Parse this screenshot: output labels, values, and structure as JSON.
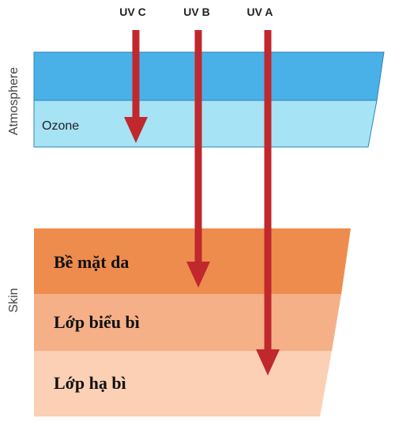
{
  "rays": [
    {
      "label": "UV C",
      "color": "#c0282d"
    },
    {
      "label": "UV B",
      "color": "#c0282d"
    },
    {
      "label": "UV A",
      "color": "#c0282d"
    }
  ],
  "atmosphere": {
    "side_label": "Atmosphere",
    "top_layer_color": "#4ab0e8",
    "ozone_label": "Ozone",
    "ozone_color": "#a6e3f5"
  },
  "skin": {
    "side_label": "Skin",
    "layers": [
      {
        "label": "Bề mặt da",
        "color": "#ee8c4e"
      },
      {
        "label": "Lớp biểu bì",
        "color": "#f6b088"
      },
      {
        "label": "Lớp hạ bì",
        "color": "#fbd0b4"
      }
    ]
  }
}
